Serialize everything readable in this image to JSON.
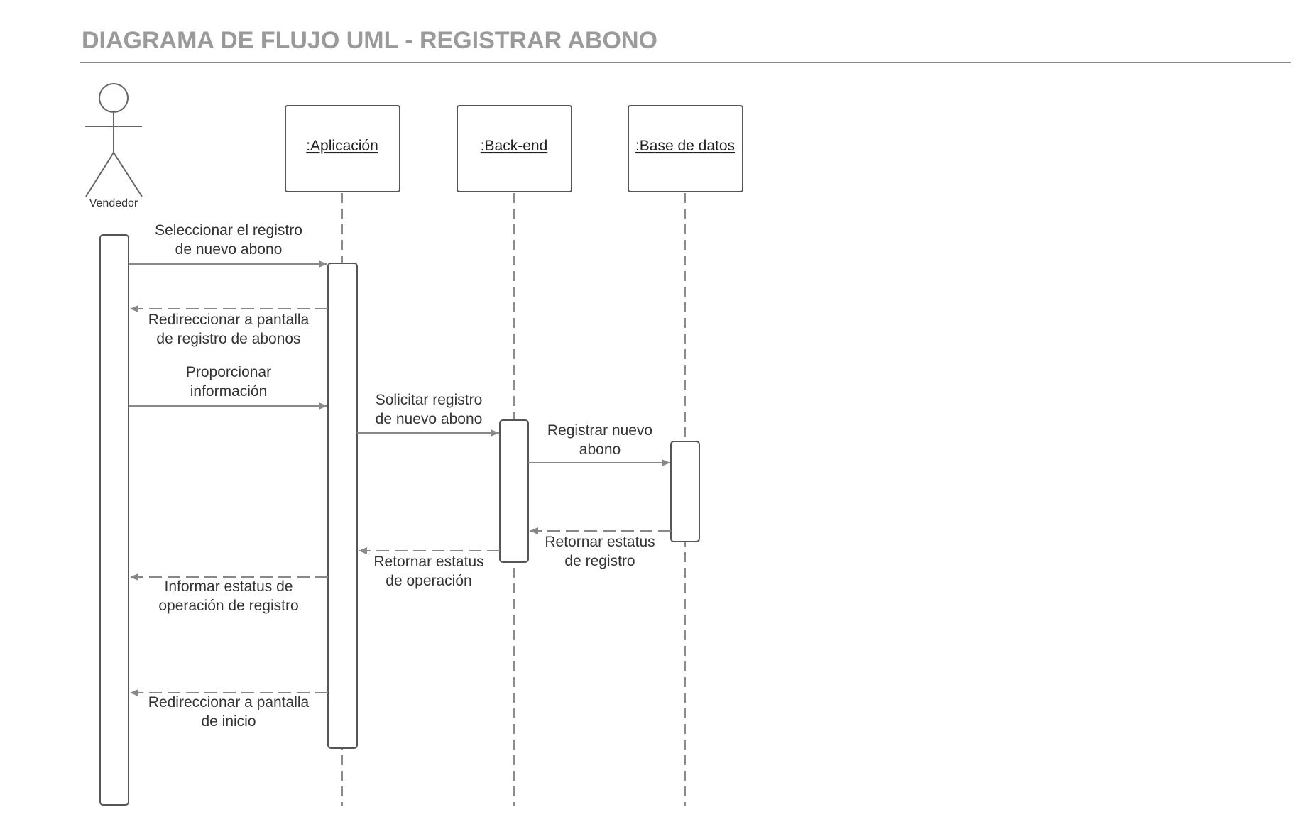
{
  "title": "DIAGRAMA DE FLUJO UML - REGISTRAR ABONO",
  "actor": {
    "label": "Vendedor"
  },
  "objects": [
    {
      "label": ":Aplicación"
    },
    {
      "label": ":Back-end"
    },
    {
      "label": ":Base de datos"
    }
  ],
  "messages": [
    {
      "line1": "Seleccionar el registro",
      "line2": "de nuevo abono",
      "style": "sync"
    },
    {
      "line1": "Redireccionar a pantalla",
      "line2": "de registro de abonos",
      "style": "return"
    },
    {
      "line1": "Proporcionar",
      "line2": "información",
      "style": "sync"
    },
    {
      "line1": "Solicitar registro",
      "line2": "de nuevo abono",
      "style": "sync"
    },
    {
      "line1": "Registrar nuevo",
      "line2": "abono",
      "style": "sync"
    },
    {
      "line1": "Retornar estatus",
      "line2": "de registro",
      "style": "return"
    },
    {
      "line1": "Retornar estatus",
      "line2": "de operación",
      "style": "return"
    },
    {
      "line1": "Informar estatus de",
      "line2": "operación de registro",
      "style": "return"
    },
    {
      "line1": "Redireccionar a pantalla",
      "line2": "de inicio",
      "style": "return"
    }
  ]
}
